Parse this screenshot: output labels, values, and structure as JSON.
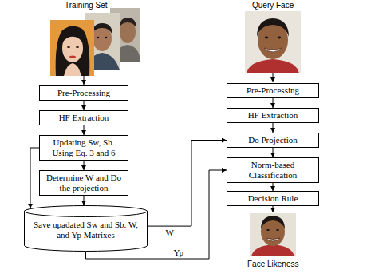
{
  "diagram": {
    "nodes": [
      {
        "text": [
          "Pre-Processing"
        ]
      },
      {
        "text": [
          "HF Extraction"
        ]
      },
      {
        "text": [
          "Updating Sw, Sb. Using Eq. 3 and 6"
        ]
      },
      {
        "text": [
          "Determine W and Do the projection"
        ]
      },
      {
        "text": [
          "Save upadated Sw and Sb. W, and Yp Matrixes"
        ]
      },
      {
        "text": [
          "Pre-Processing"
        ]
      },
      {
        "text": [
          "HF Extraction"
        ]
      },
      {
        "text": [
          "Do Projection"
        ]
      },
      {
        "text": [
          "Norm-based Classification"
        ]
      },
      {
        "text": [
          "Decision Rule"
        ]
      }
    ],
    "edges": [
      {
        "from": 0,
        "to": 1,
        "arrow": "to"
      },
      {
        "from": 1,
        "to": 2,
        "arrow": "to"
      },
      {
        "from": 2,
        "to": 3,
        "arrow": "to"
      },
      {
        "from": 3,
        "to": 4,
        "arrow": "to"
      },
      {
        "from": 2,
        "to": 4,
        "arrow": "to"
      },
      {
        "from": 4,
        "to": 7,
        "label": "W",
        "arrow": "to"
      },
      {
        "from": 4,
        "to": 8,
        "label": "Yp",
        "arrow": "to"
      },
      {
        "from": 5,
        "to": 6,
        "arrow": "to"
      },
      {
        "from": 6,
        "to": 7,
        "arrow": "to"
      },
      {
        "from": 7,
        "to": 8,
        "arrow": "to"
      },
      {
        "from": 8,
        "to": 9,
        "arrow": "to"
      }
    ],
    "labels": [
      "Training Set",
      "Query Face",
      "Face Likeness"
    ]
  }
}
